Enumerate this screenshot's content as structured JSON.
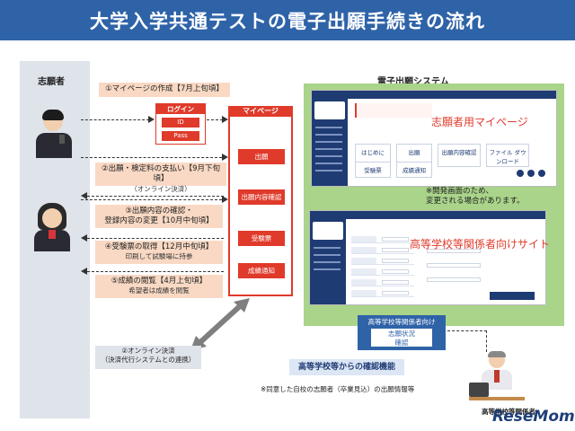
{
  "title": "大学入学共通テストの電子出願手続きの流れ",
  "applicant_label": "志願者",
  "system_label": "電子出願システム",
  "steps": [
    {
      "label": "①マイページの作成【7月上旬頃】",
      "sub": ""
    },
    {
      "label": "②出願・検定料の支払い【9月下旬頃】",
      "sub": "（オンライン決済）"
    },
    {
      "label": "③出願内容の確認・",
      "label2": "登録内容の変更【10月中旬頃】",
      "sub": ""
    },
    {
      "label": "④受験票の取得【12月中旬頃】",
      "sub": "印刷して試験場に持参"
    },
    {
      "label": "⑤成績の閲覧【4月上旬頃】",
      "sub": "希望者は成績を閲覧"
    }
  ],
  "login": {
    "title": "ログイン",
    "id": "ID",
    "pass": "Pass"
  },
  "mypage": {
    "title": "マイページ",
    "buttons": [
      "出願",
      "出願内容確認",
      "受験票",
      "成績通知"
    ]
  },
  "screen1": {
    "label": "志願者用マイページ",
    "tiles": [
      "はじめに",
      "出願",
      "出願内容確認",
      "ファイル ダウンロード"
    ],
    "tiles2": [
      "受験票",
      "成績通知"
    ]
  },
  "dev_note": {
    "line1": "※開発画面のため、",
    "line2": "変更される場合があります。"
  },
  "screen2": {
    "label": "高等学校等関係者向けサイト"
  },
  "highschool": {
    "box_title": "高等学校等関係者向け",
    "inner_line1": "志願状況",
    "inner_line2": "確認",
    "function": "高等学校等からの確認機能",
    "note": "※同意した自校の志願者（卒業見込）の出願情報等"
  },
  "online": {
    "line1": "②オンライン決済",
    "line2": "（決済代行システムとの連携）"
  },
  "teacher_label": "高等学校等関係者",
  "watermark": "ReseMom",
  "colors": {
    "banner": "#2f63a8",
    "accent_red": "#e03a2a",
    "panel_green": "#a9d48a",
    "step_bg": "#f9d9c4"
  }
}
